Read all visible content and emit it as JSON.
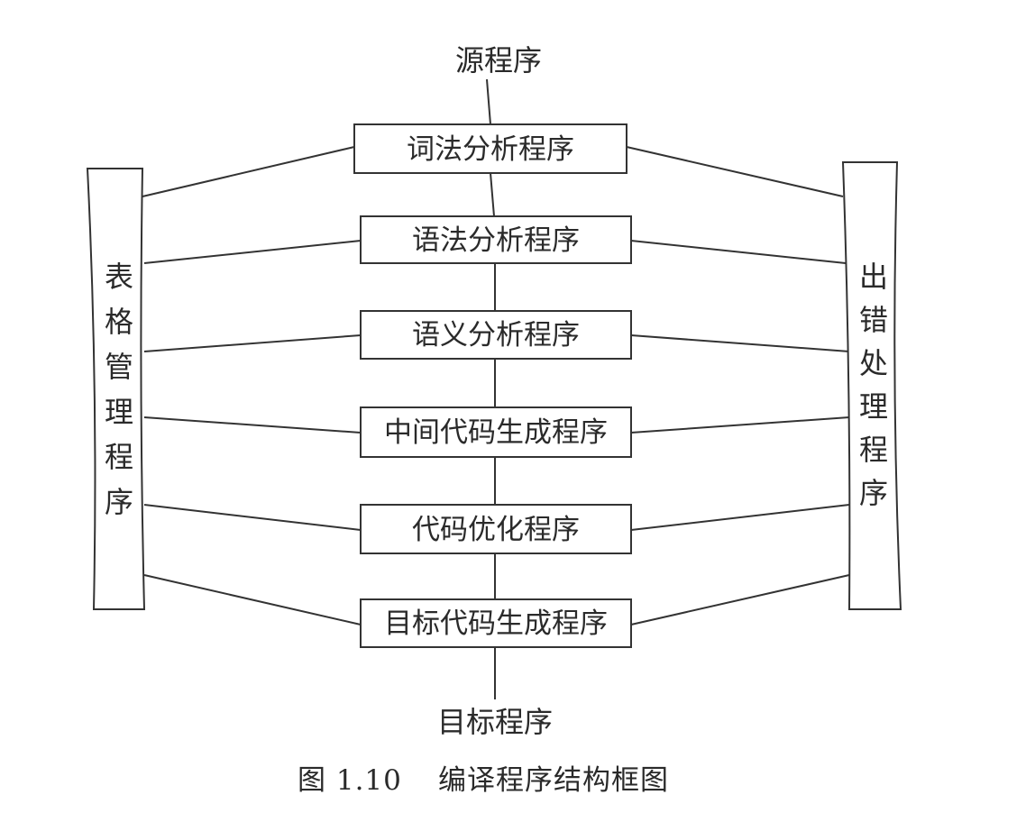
{
  "diagram": {
    "source_label": "源程序",
    "target_label": "目标程序",
    "stages": [
      "词法分析程序",
      "语法分析程序",
      "语义分析程序",
      "中间代码生成程序",
      "代码优化程序",
      "目标代码生成程序"
    ],
    "left_panel_label": "表格管理程序",
    "right_panel_label": "出错处理程序"
  },
  "caption": {
    "number": "图 1.10",
    "title": "编译程序结构框图"
  },
  "colors": {
    "stroke": "#333333",
    "text": "#2a2a2a",
    "background": "#ffffff"
  }
}
